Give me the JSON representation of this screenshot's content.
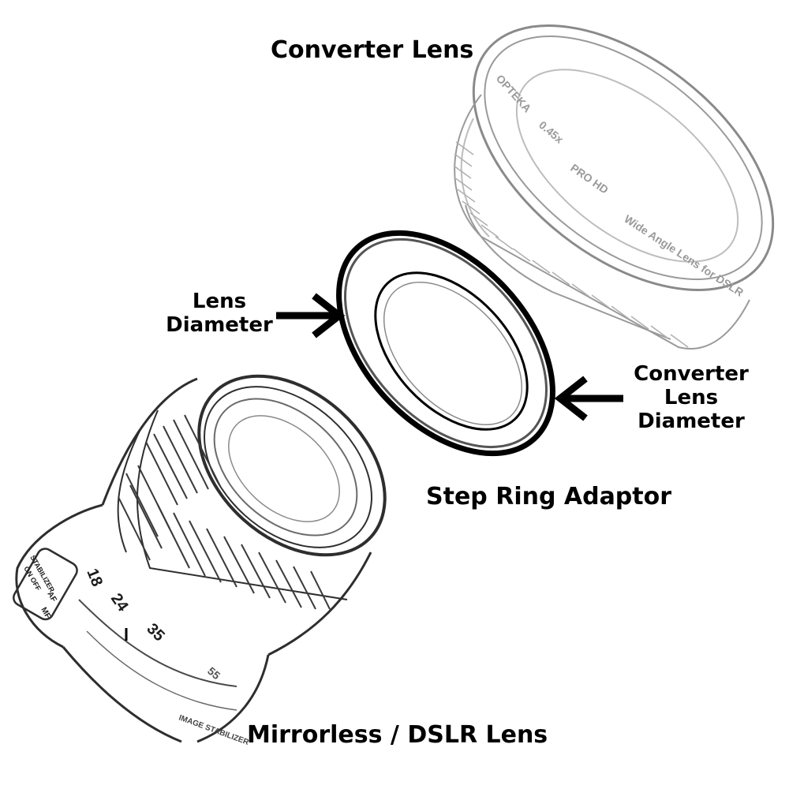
{
  "labels": {
    "converter_lens": "Converter Lens",
    "lens_diameter": [
      "Lens",
      "Diameter"
    ],
    "converter_lens_diameter": [
      "Converter",
      "Lens",
      "Diameter"
    ],
    "step_ring": "Step Ring Adaptor",
    "mirrorless": "Mirrorless / DSLR Lens"
  },
  "converter_engraving": {
    "brand": "OPTEKA",
    "magnification": "0.45x",
    "model": "PRO HD",
    "description": "Wide Angle Lens for DSLR"
  },
  "lens_markings": {
    "focal_marks": [
      "18",
      "24",
      "35",
      "55"
    ],
    "switch_af": "AF",
    "switch_mf": "MF",
    "stabilizer": "STABILIZER",
    "stabilizer_states": "ON OFF",
    "barrel_text": "IMAGE STABILIZER"
  },
  "colors": {
    "ink": "#000000",
    "sketch": "#3a3a3a",
    "light_sketch": "#9a9a9a",
    "background": "#ffffff"
  },
  "icons": [
    "arrow-right-icon",
    "arrow-left-icon"
  ]
}
